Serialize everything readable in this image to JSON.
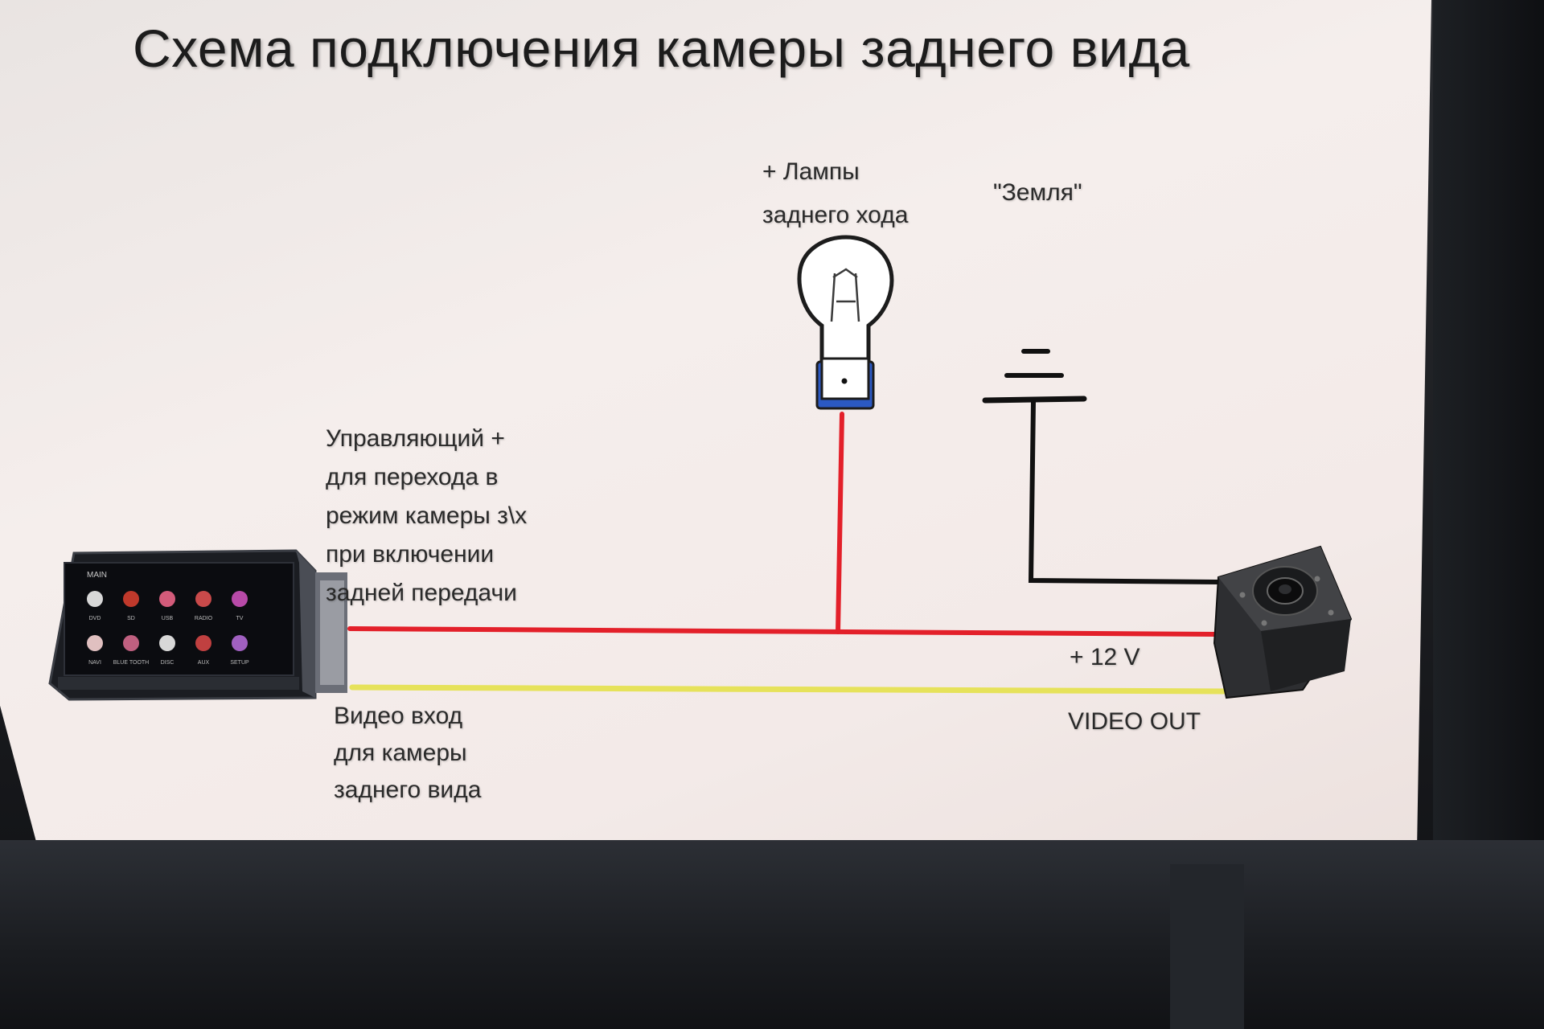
{
  "title": "Схема подключения камеры заднего вида",
  "labels": {
    "lamp": [
      "+ Лампы",
      "заднего хода"
    ],
    "ground": "\"Земля\"",
    "control": [
      "Управляющий +",
      "для перехода в",
      "режим камеры з\\х",
      "при включении",
      "задней передачи"
    ],
    "video_in": [
      "Видео вход",
      "для камеры",
      "заднего вида"
    ],
    "power": "+ 12 V",
    "video_out": "VIDEO OUT"
  },
  "head_unit": {
    "screen_title": "MAIN",
    "menu": [
      "DVD",
      "SD",
      "USB",
      "RADIO",
      "TV",
      "NAVI",
      "BLUE TOOTH",
      "DISC",
      "AUX",
      "SETUP"
    ]
  },
  "colors": {
    "power_wire": "#e3202a",
    "video_wire": "#e6e25a",
    "ground_wire": "#111111",
    "bulb_base": "#2b59c3"
  }
}
